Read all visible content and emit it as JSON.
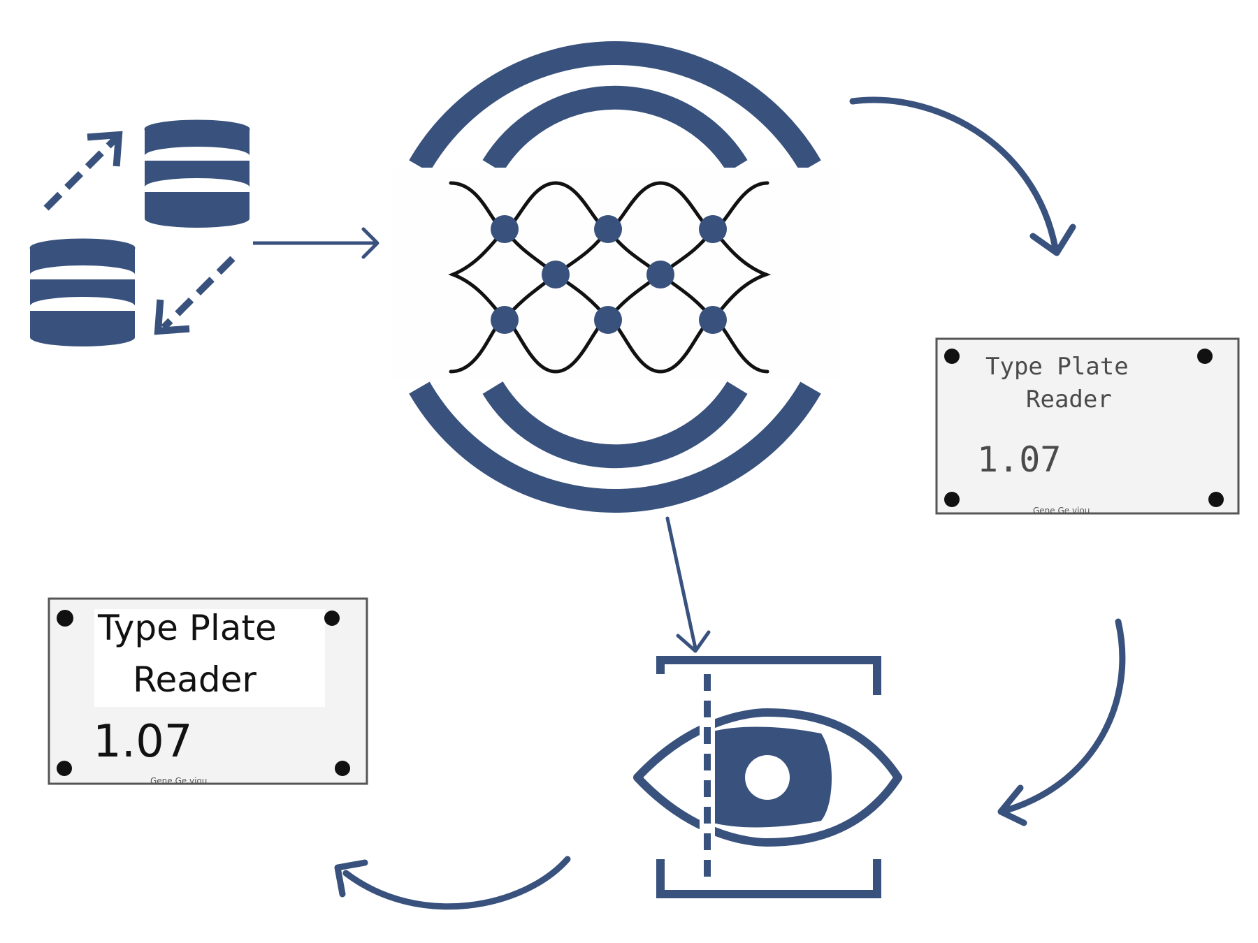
{
  "colors": {
    "accent": "#38517d",
    "line": "#111111",
    "plate_bg": "#f3f3f3",
    "plate_border": "#555555",
    "hole": "#111111"
  },
  "icons": {
    "databases": "database-stack-icon",
    "model": "neural-network-icon",
    "scan": "eye-scan-icon"
  },
  "raw_plate": {
    "line1": "Type Plate",
    "line2": "Reader",
    "version": "1.07",
    "footer": "Gene Ge.viou"
  },
  "clean_plate": {
    "line1": "Type  Plate",
    "line2": "Reader",
    "version": "1.07",
    "footer": "Gene Ge.viou"
  }
}
